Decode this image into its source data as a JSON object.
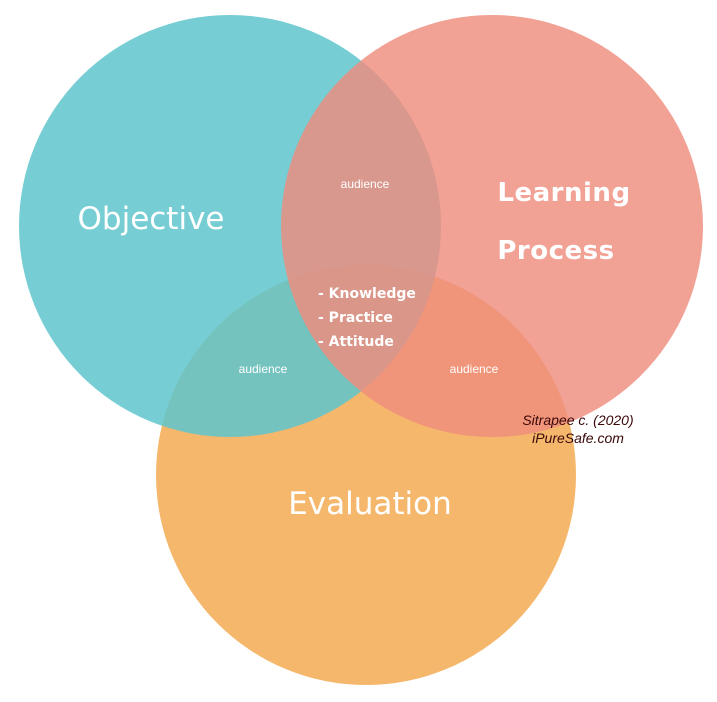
{
  "circles": {
    "objective": {
      "label": "Objective",
      "color": "#5ec5cc"
    },
    "learning_process": {
      "label_line1": "Learning",
      "label_line2": "Process",
      "color": "#ef8c7e"
    },
    "evaluation": {
      "label": "Evaluation",
      "color": "#f4ad58"
    }
  },
  "overlaps": {
    "objective_learning": "audience",
    "objective_evaluation": "audience",
    "learning_evaluation": "audience",
    "center_items": [
      "- Knowledge",
      "- Practice",
      "- Attitude"
    ]
  },
  "credit": {
    "author": "Sitrapee c. (2020)",
    "site": "iPureSafe.com"
  }
}
